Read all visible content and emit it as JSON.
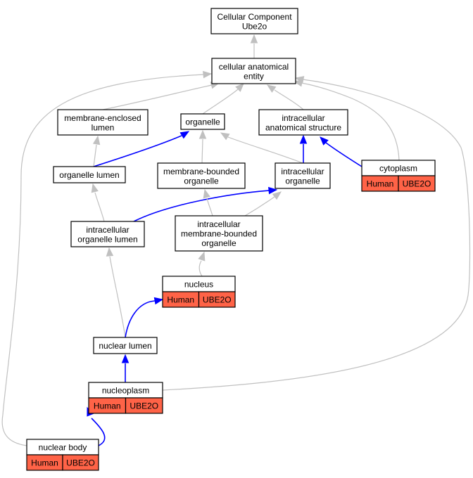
{
  "nodes": {
    "cc": {
      "lines": [
        "Cellular Component",
        "Ube2o"
      ]
    },
    "cae": {
      "lines": [
        "cellular anatomical",
        "entity"
      ]
    },
    "mel": {
      "lines": [
        "membrane-enclosed",
        "lumen"
      ]
    },
    "organelle": {
      "lines": [
        "organelle"
      ]
    },
    "ias": {
      "lines": [
        "intracellular",
        "anatomical structure"
      ]
    },
    "ol": {
      "lines": [
        "organelle lumen"
      ]
    },
    "mbo": {
      "lines": [
        "membrane-bounded",
        "organelle"
      ]
    },
    "io": {
      "lines": [
        "intracellular",
        "organelle"
      ]
    },
    "cytoplasm": {
      "lines": [
        "cytoplasm"
      ],
      "tags": [
        "Human",
        "UBE2O"
      ]
    },
    "iol": {
      "lines": [
        "intracellular",
        "organelle lumen"
      ]
    },
    "imbo": {
      "lines": [
        "intracellular",
        "membrane-bounded",
        "organelle"
      ]
    },
    "nucleus": {
      "lines": [
        "nucleus"
      ],
      "tags": [
        "Human",
        "UBE2O"
      ]
    },
    "nl": {
      "lines": [
        "nuclear lumen"
      ]
    },
    "nucleoplasm": {
      "lines": [
        "nucleoplasm"
      ],
      "tags": [
        "Human",
        "UBE2O"
      ]
    },
    "nb": {
      "lines": [
        "nuclear body"
      ],
      "tags": [
        "Human",
        "UBE2O"
      ]
    }
  },
  "colors": {
    "tag_fill": "#ff6347",
    "edge_gray": "#c0c0c0",
    "edge_blue": "#0000ff"
  }
}
